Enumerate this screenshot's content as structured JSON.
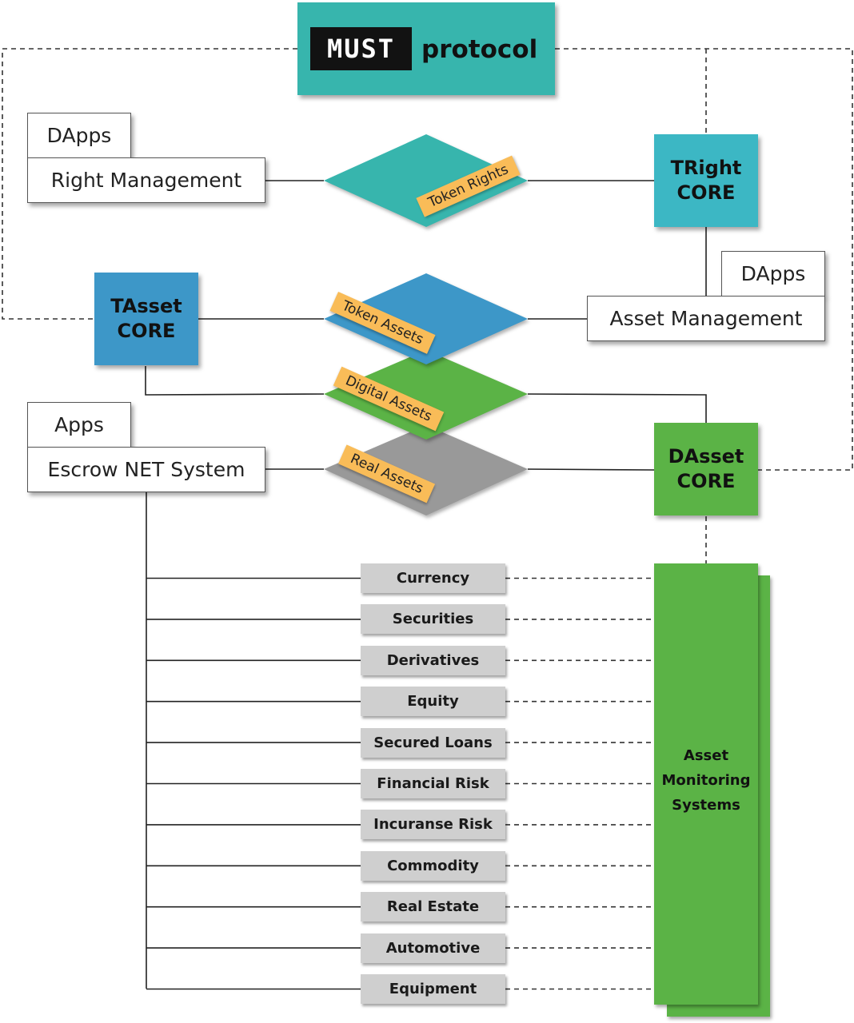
{
  "logo": {
    "mark": "MUST",
    "word": "protocol"
  },
  "top_left": {
    "tab": "DApps",
    "main": "Right Management"
  },
  "right_mid": {
    "tab": "DApps",
    "main": "Asset Management"
  },
  "left_low": {
    "tab": "Apps",
    "main": "Escrow NET System"
  },
  "cores": {
    "tright": [
      "TRight",
      "CORE"
    ],
    "tasset": [
      "TAsset",
      "CORE"
    ],
    "dasset": [
      "DAsset",
      "CORE"
    ]
  },
  "tags": {
    "token_rights": "Token Rights",
    "token_assets": "Token Assets",
    "digital_assets": "Digital Assets",
    "real_assets": "Real Assets"
  },
  "categories": [
    "Currency",
    "Securities",
    "Derivatives",
    "Equity",
    "Secured Loans",
    "Financial Risk",
    "Incuranse Risk",
    "Commodity",
    "Real Estate",
    "Automotive",
    "Equipment"
  ],
  "monitoring": [
    "Asset",
    "Monitoring",
    "Systems"
  ],
  "colors": {
    "teal": "#37b5ad",
    "tright_teal": "#3cb7c4",
    "blue": "#3d97c8",
    "green": "#5bb346",
    "gray": "#999999",
    "tag": "#f9bc58",
    "category": "#cfcfcf"
  }
}
